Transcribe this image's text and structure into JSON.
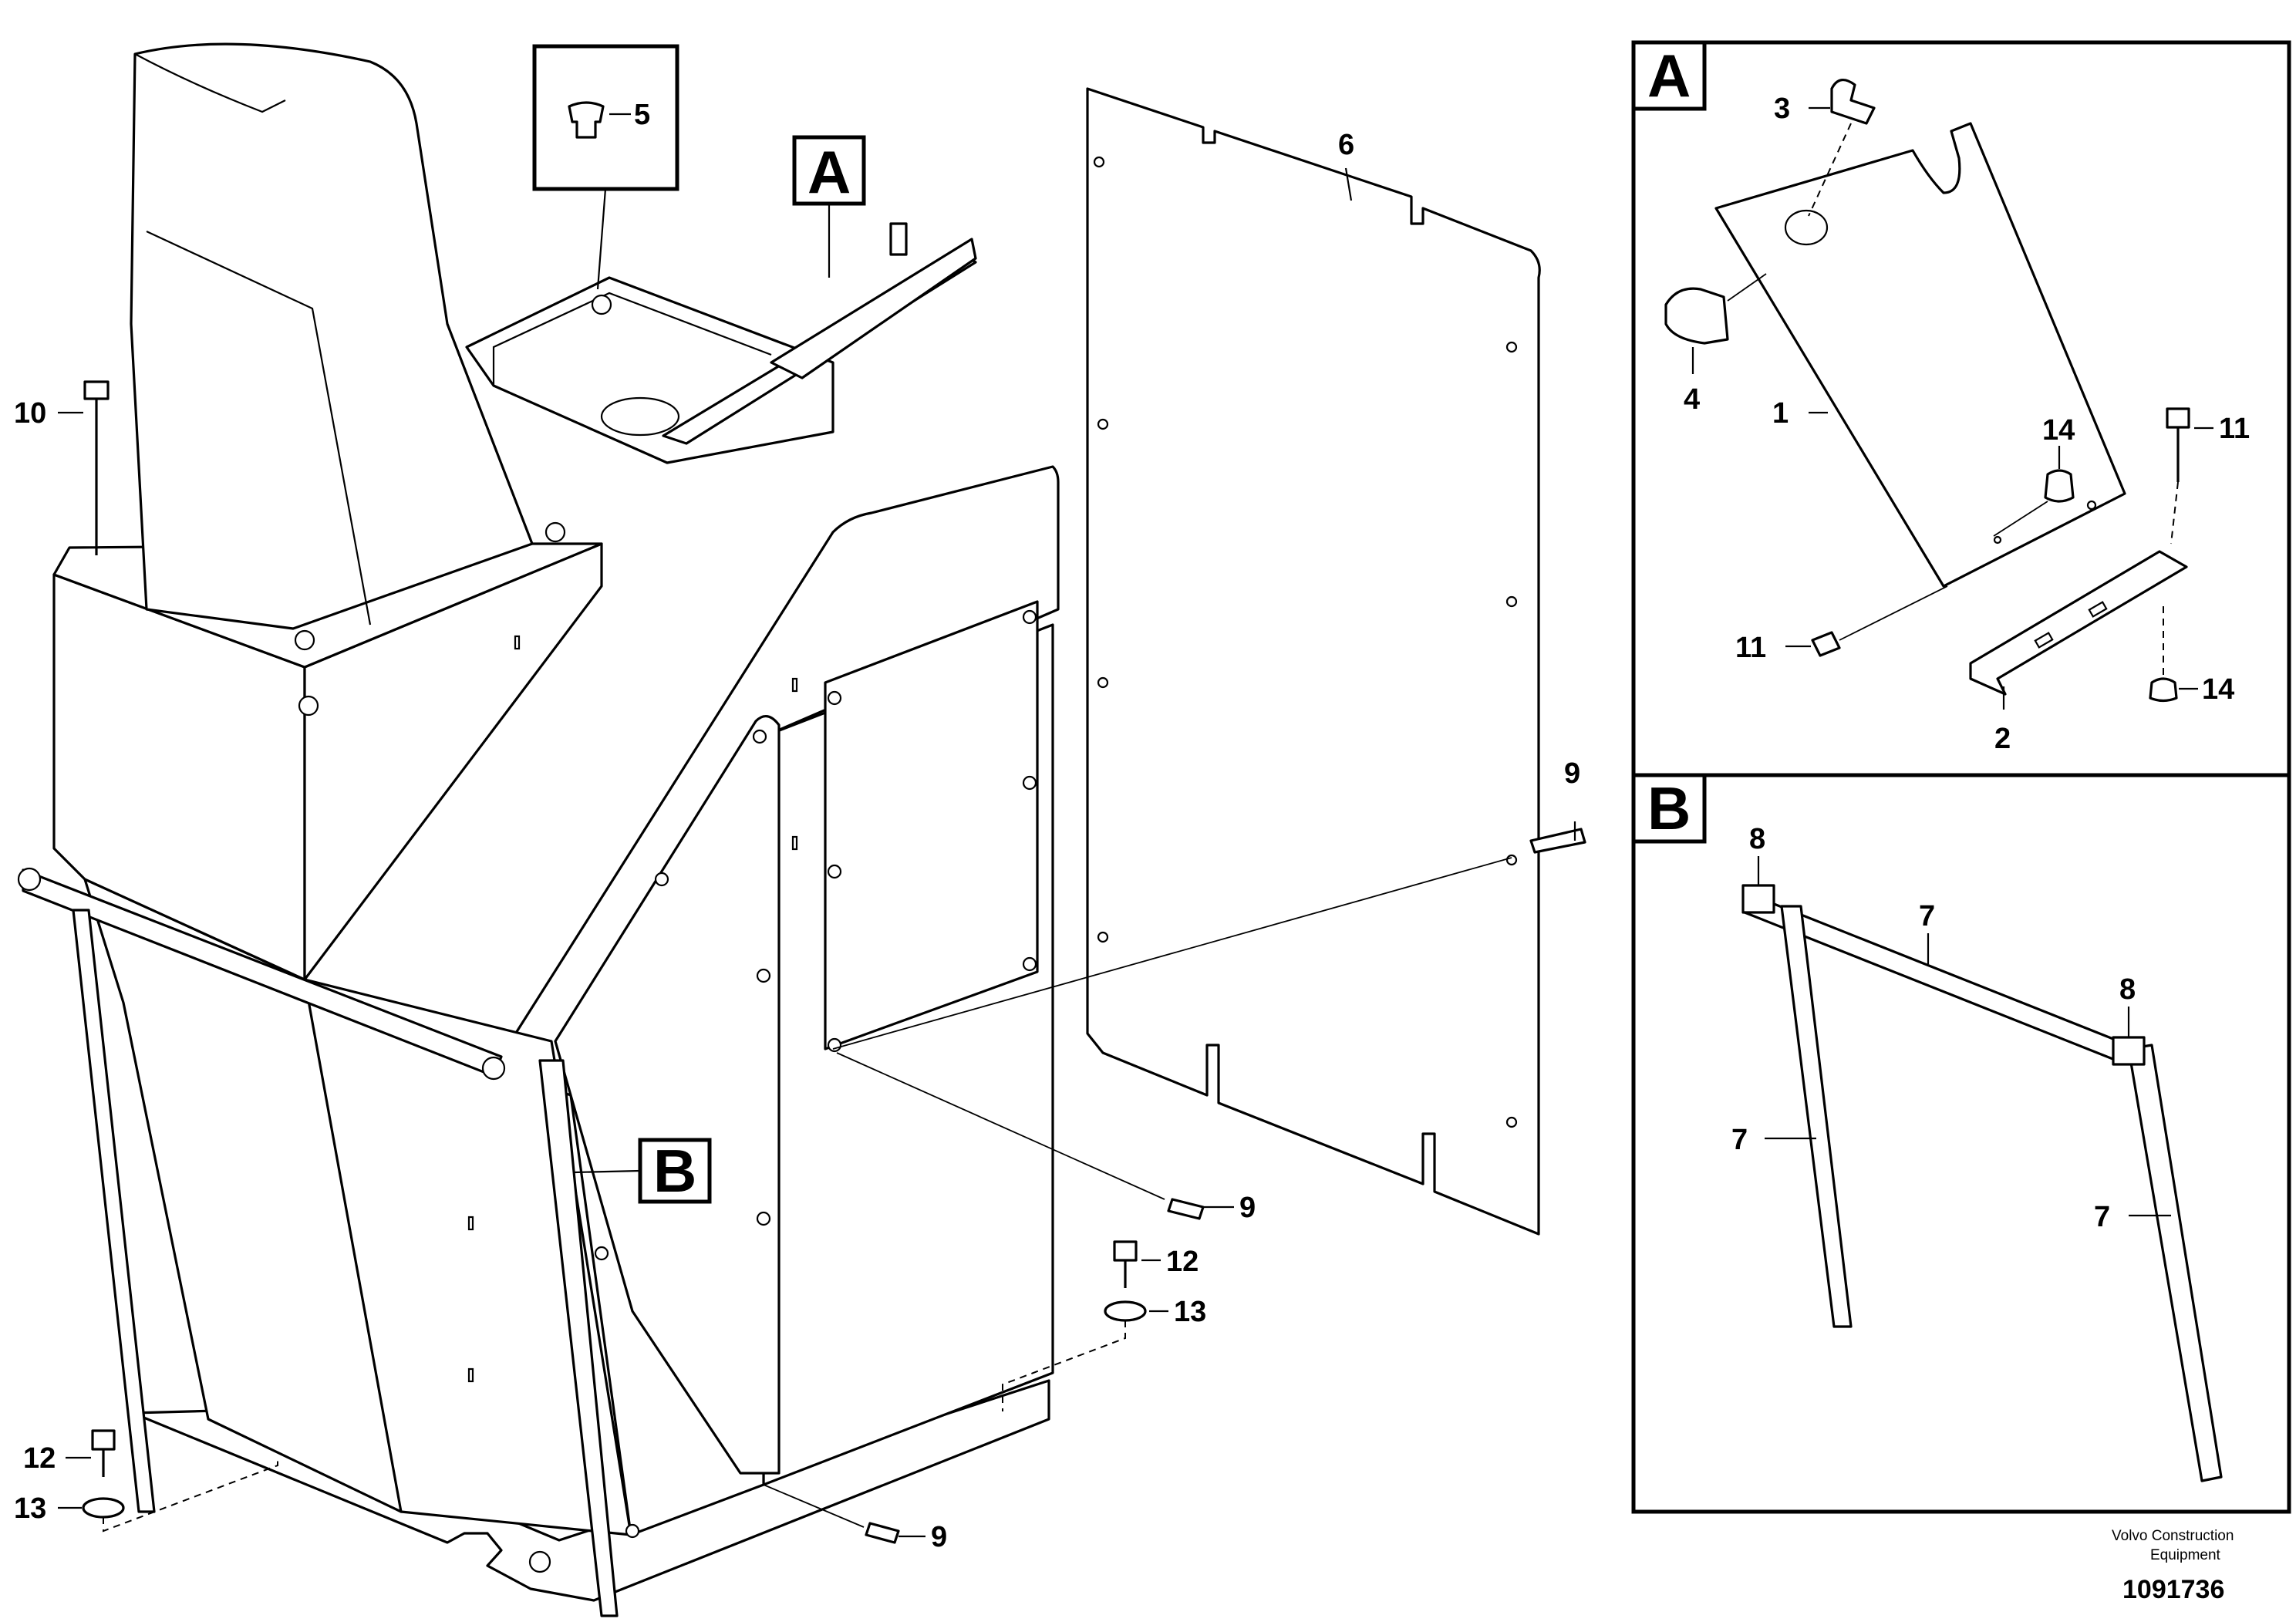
{
  "main_view": {
    "callouts": {
      "c5": "5",
      "c6": "6",
      "c9_top": "9",
      "c9_mid": "9",
      "c9_bottom": "9",
      "c10": "10",
      "c12_right": "12",
      "c13_right": "13",
      "c12_left": "12",
      "c13_left": "13"
    },
    "view_markers": {
      "a": "A",
      "b": "B"
    }
  },
  "detail_a": {
    "letter": "A",
    "callouts": {
      "c1": "1",
      "c2": "2",
      "c3": "3",
      "c4": "4",
      "c11_top": "11",
      "c11_left": "11",
      "c14_top": "14",
      "c14_bottom": "14"
    }
  },
  "detail_b": {
    "letter": "B",
    "callouts": {
      "c7_top": "7",
      "c7_left": "7",
      "c7_right": "7",
      "c8_left": "8",
      "c8_right": "8"
    }
  },
  "footer": {
    "credit_line1": "Volvo Construction",
    "credit_line2": "Equipment",
    "doc_number": "1091736"
  }
}
